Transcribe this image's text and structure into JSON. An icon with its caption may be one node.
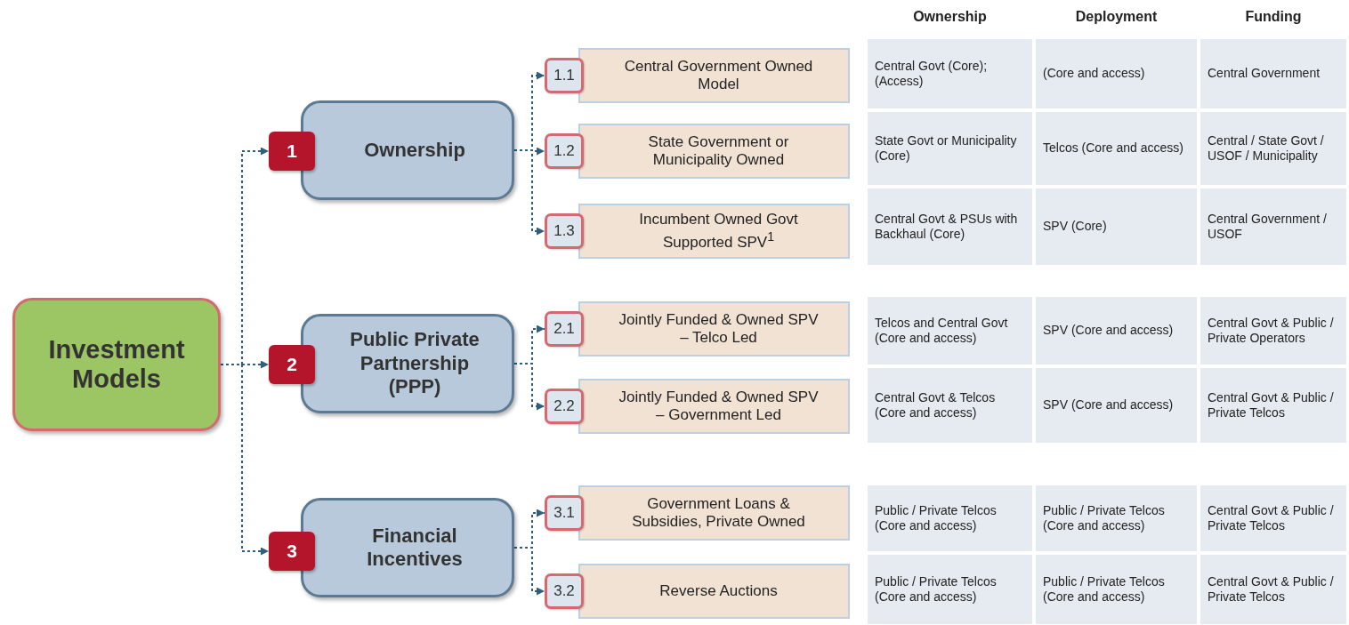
{
  "diagram": {
    "nodes": [
      {
        "text": [
          "Investment Models"
        ]
      },
      {
        "text": [
          "1"
        ]
      },
      {
        "text": [
          "Ownership"
        ]
      },
      {
        "text": [
          "1.1"
        ]
      },
      {
        "text": [
          "Central Government Owned Model"
        ]
      },
      {
        "text": [
          "1.2"
        ]
      },
      {
        "text": [
          "State Government or Municipality Owned"
        ]
      },
      {
        "text": [
          "1.3"
        ]
      },
      {
        "text": [
          "Incumbent Owned Govt Supported SPV$^{1}$"
        ]
      },
      {
        "text": [
          "2"
        ]
      },
      {
        "text": [
          "Public Private Partnership (PPP)"
        ]
      },
      {
        "text": [
          "2.1"
        ]
      },
      {
        "text": [
          "Jointly Funded & Owned SPV – Telco Led"
        ]
      },
      {
        "text": [
          "2.2"
        ]
      },
      {
        "text": [
          "Jointly Funded & Owned SPV – Government Led"
        ]
      },
      {
        "text": [
          "3"
        ]
      },
      {
        "text": [
          "Financial Incentives"
        ]
      },
      {
        "text": [
          "3.1"
        ]
      },
      {
        "text": [
          "Government Loans & Subsidies, Private Owned"
        ]
      },
      {
        "text": [
          "3.2"
        ]
      },
      {
        "text": [
          "Reverse Auctions"
        ]
      }
    ],
    "edges": [
      {
        "from": 0,
        "to": 1,
        "arrow": "to",
        "style": "dashed"
      },
      {
        "from": 0,
        "to": 9,
        "arrow": "to",
        "style": "dashed"
      },
      {
        "from": 0,
        "to": 15,
        "arrow": "to",
        "style": "dashed"
      },
      {
        "from": 2,
        "to": 3,
        "arrow": "to",
        "style": "dashed"
      },
      {
        "from": 2,
        "to": 5,
        "arrow": "to",
        "style": "dashed"
      },
      {
        "from": 2,
        "to": 7,
        "arrow": "to",
        "style": "dashed"
      },
      {
        "from": 10,
        "to": 11,
        "arrow": "to",
        "style": "dashed"
      },
      {
        "from": 10,
        "to": 13,
        "arrow": "to",
        "style": "dashed"
      },
      {
        "from": 16,
        "to": 17,
        "arrow": "to",
        "style": "dashed"
      },
      {
        "from": 16,
        "to": 19,
        "arrow": "to",
        "style": "dashed"
      }
    ],
    "labels": [
      "Ownership",
      "Deployment",
      "Funding",
      "Central Govt (Core); (Access)",
      "(Core and access)",
      "Central Government",
      "State Govt or Municipality (Core)",
      "Telcos (Core and access)",
      "Central / State Govt / USOF / Municipality",
      "Central Govt & PSUs with Backhaul (Core)",
      "SPV (Core)",
      "Central Government / USOF",
      "Telcos and Central Govt (Core and access)",
      "SPV (Core and access)",
      "Central Govt & Public / Private Operators",
      "Central Govt & Telcos (Core and access)",
      "SPV (Core and access)",
      "Central Govt & Public / Private Telcos",
      "Public / Private Telcos (Core and access)",
      "Public / Private Telcos (Core and access)",
      "Central Govt & Public / Private Telcos",
      "Public / Private Telcos (Core and access)",
      "Public / Private Telcos (Core and access)",
      "Central Govt & Public / Private Telcos"
    ]
  }
}
